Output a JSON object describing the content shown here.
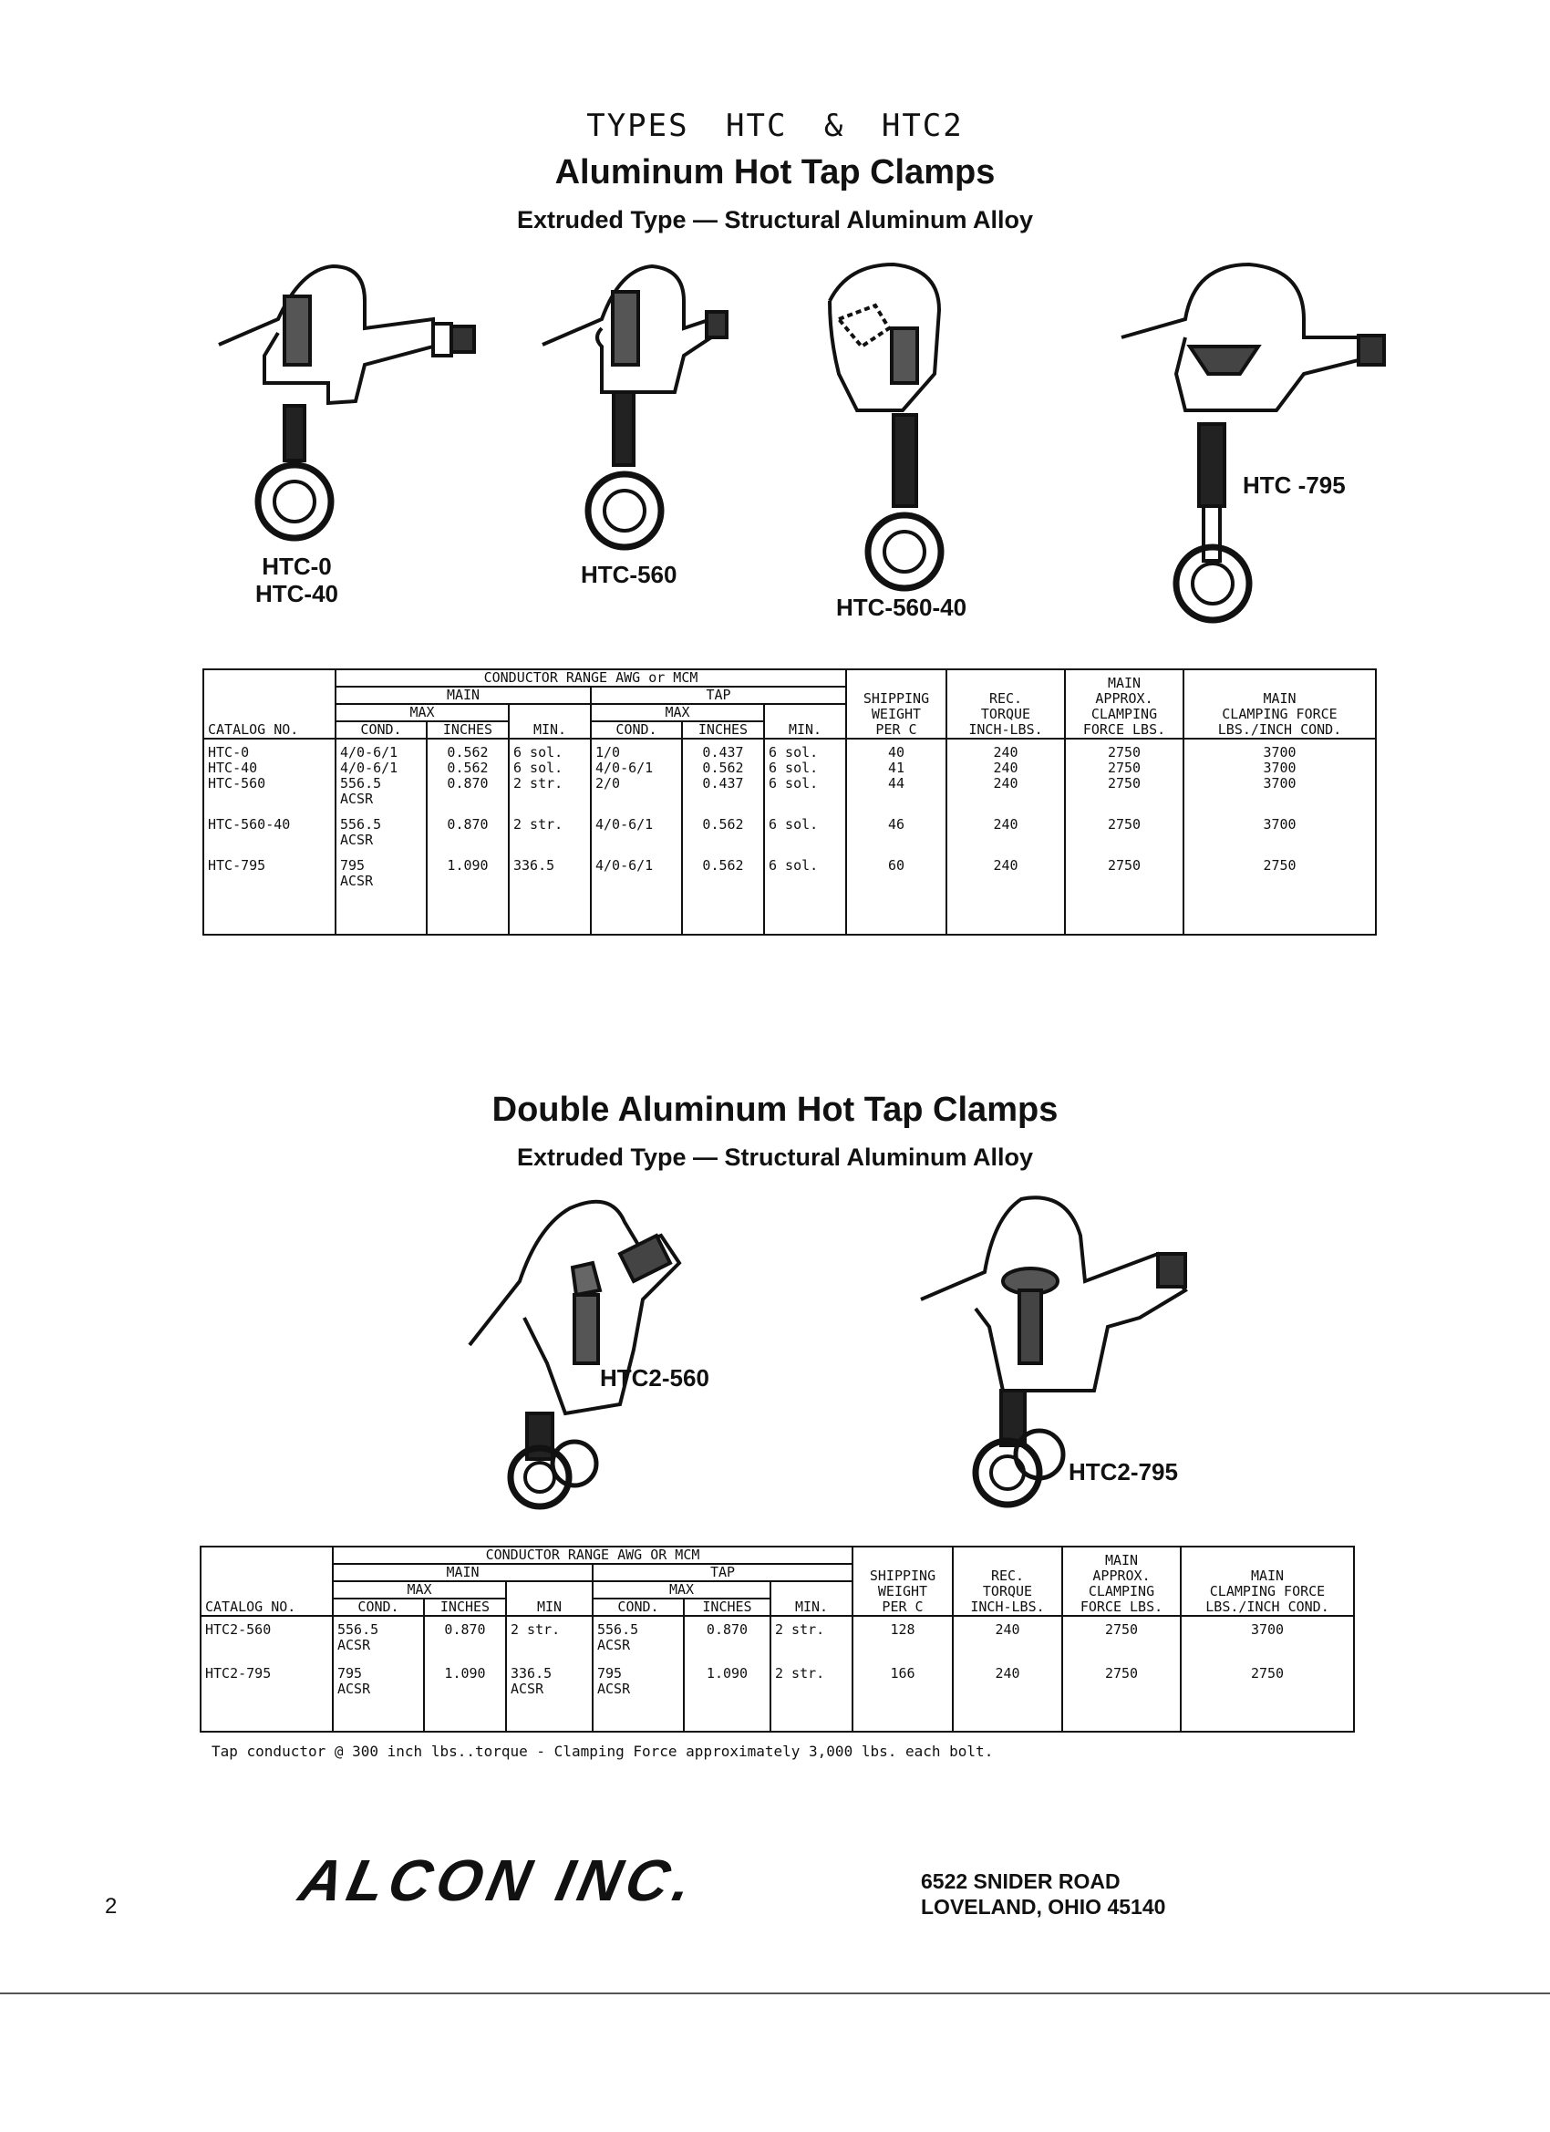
{
  "header": {
    "types_title": "TYPES HTC & HTC2",
    "title": "Aluminum Hot Tap Clamps",
    "subtitle": "Extruded Type — Structural Aluminum Alloy"
  },
  "figures_top": {
    "labels": [
      {
        "text": "HTC-0\nHTC-40"
      },
      {
        "text": "HTC-560"
      },
      {
        "text": "HTC-560-40"
      },
      {
        "text": "HTC -795"
      }
    ]
  },
  "table1": {
    "headers": {
      "catalog": "CATALOG NO.",
      "group": "CONDUCTOR RANGE AWG or MCM",
      "main": "MAIN",
      "tap": "TAP",
      "max": "MAX",
      "cond": "COND.",
      "inches": "INCHES",
      "min": "MIN.",
      "shipping": "SHIPPING\nWEIGHT\nPER C",
      "torque": "REC.\nTORQUE\nINCH-LBS.",
      "approx": "MAIN\nAPPROX.\nCLAMPING\nFORCE LBS.",
      "force": "MAIN\nCLAMPING FORCE\nLBS./INCH COND."
    },
    "rows": [
      {
        "catalog": "HTC-0",
        "main_cond": "4/0-6/1",
        "main_inches": "0.562",
        "main_min": "6 sol.",
        "tap_cond": "1/0",
        "tap_inches": "0.437",
        "tap_min": "6 sol.",
        "weight": "40",
        "torque": "240",
        "approx": "2750",
        "force": "3700"
      },
      {
        "catalog": "HTC-40",
        "main_cond": "4/0-6/1",
        "main_inches": "0.562",
        "main_min": "6 sol.",
        "tap_cond": "4/0-6/1",
        "tap_inches": "0.562",
        "tap_min": "6 sol.",
        "weight": "41",
        "torque": "240",
        "approx": "2750",
        "force": "3700"
      },
      {
        "catalog": "HTC-560",
        "main_cond": "556.5\nACSR",
        "main_inches": "0.870",
        "main_min": "2 str.",
        "tap_cond": "2/0",
        "tap_inches": "0.437",
        "tap_min": "6 sol.",
        "weight": "44",
        "torque": "240",
        "approx": "2750",
        "force": "3700"
      },
      {
        "catalog": "HTC-560-40",
        "main_cond": "556.5\nACSR",
        "main_inches": "0.870",
        "main_min": "2 str.",
        "tap_cond": "4/0-6/1",
        "tap_inches": "0.562",
        "tap_min": "6 sol.",
        "weight": "46",
        "torque": "240",
        "approx": "2750",
        "force": "3700"
      },
      {
        "catalog": "HTC-795",
        "main_cond": "795\nACSR",
        "main_inches": "1.090",
        "main_min": "336.5",
        "tap_cond": "4/0-6/1",
        "tap_inches": "0.562",
        "tap_min": "6 sol.",
        "weight": "60",
        "torque": "240",
        "approx": "2750",
        "force": "2750"
      }
    ]
  },
  "section2": {
    "title": "Double Aluminum Hot Tap Clamps",
    "subtitle": "Extruded Type — Structural Aluminum Alloy"
  },
  "figures_bottom": {
    "labels": [
      {
        "text": "HTC2-560"
      },
      {
        "text": "HTC2-795"
      }
    ]
  },
  "table2": {
    "headers": {
      "catalog": "CATALOG NO.",
      "group": "CONDUCTOR RANGE AWG OR MCM",
      "main": "MAIN",
      "tap": "TAP",
      "max": "MAX",
      "cond": "COND.",
      "inches": "INCHES",
      "min_main": "MIN",
      "min_tap": "MIN.",
      "shipping": "SHIPPING\nWEIGHT\nPER C",
      "torque": "REC.\nTORQUE\nINCH-LBS.",
      "approx": "MAIN\nAPPROX.\nCLAMPING\nFORCE LBS.",
      "force": "MAIN\nCLAMPING FORCE\nLBS./INCH COND."
    },
    "rows": [
      {
        "catalog": "HTC2-560",
        "main_cond": "556.5\nACSR",
        "main_inches": "0.870",
        "main_min": "2 str.",
        "tap_cond": "556.5\nACSR",
        "tap_inches": "0.870",
        "tap_min": "2 str.",
        "weight": "128",
        "torque": "240",
        "approx": "2750",
        "force": "3700"
      },
      {
        "catalog": "HTC2-795",
        "main_cond": "795\nACSR",
        "main_inches": "1.090",
        "main_min": "336.5\nACSR",
        "tap_cond": "795\nACSR",
        "tap_inches": "1.090",
        "tap_min": "2 str.",
        "weight": "166",
        "torque": "240",
        "approx": "2750",
        "force": "2750"
      }
    ],
    "note": "Tap conductor @ 300 inch lbs..torque - Clamping Force approximately 3,000 lbs. each bolt."
  },
  "footer": {
    "company": "ALCON INC.",
    "address_line1": "6522 SNIDER ROAD",
    "address_line2": "LOVELAND, OHIO 45140",
    "page_number": "2"
  }
}
